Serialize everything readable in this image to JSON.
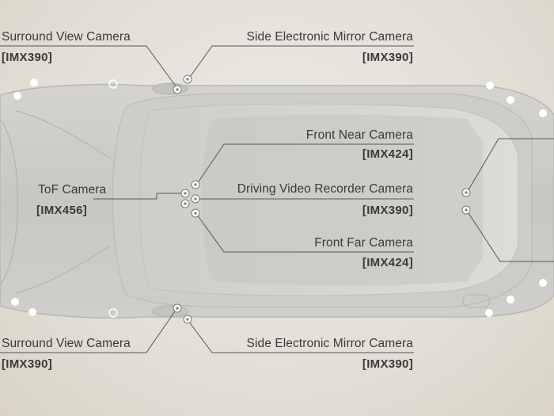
{
  "labels": {
    "surround_top": {
      "name": "Surround View Camera",
      "sensor": "[IMX390]"
    },
    "side_mirror_top": {
      "name": "Side Electronic Mirror Camera",
      "sensor": "[IMX390]"
    },
    "front_near": {
      "name": "Front Near Camera",
      "sensor": "[IMX424]"
    },
    "tof": {
      "name": "ToF Camera",
      "sensor": "[IMX456]"
    },
    "dvr": {
      "name": "Driving Video Recorder Camera",
      "sensor": "[IMX390]"
    },
    "front_far": {
      "name": "Front Far Camera",
      "sensor": "[IMX424]"
    },
    "surround_bottom": {
      "name": "Surround View Camera",
      "sensor": "[IMX390]"
    },
    "side_mirror_bottom": {
      "name": "Side Electronic Mirror Camera",
      "sensor": "[IMX390]"
    }
  },
  "colors": {
    "line": "#555555",
    "text": "#3a3a3a",
    "car_body": "#c9c8c4",
    "glass": "#d8d7d2",
    "camera_ring": "#ffffff"
  }
}
